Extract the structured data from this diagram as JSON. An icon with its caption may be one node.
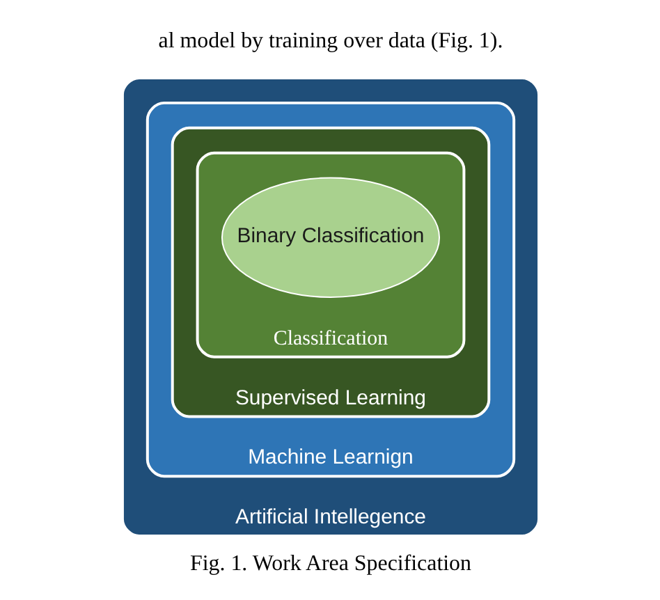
{
  "diagram": {
    "caption": "Fig. 1. Work Area Specification",
    "nodes": [
      {
        "text": [
          "Artificial Intellegence"
        ]
      },
      {
        "text": [
          "Machine Learnign"
        ],
        "in": 0
      },
      {
        "text": [
          "Supervised Learning"
        ],
        "in": 1
      },
      {
        "text": [
          "Classification"
        ],
        "in": 2
      },
      {
        "text": [
          "Binary Classification"
        ],
        "in": 3
      }
    ],
    "edges": [],
    "labels": [
      "al model by training over data (Fig. 1)."
    ]
  }
}
